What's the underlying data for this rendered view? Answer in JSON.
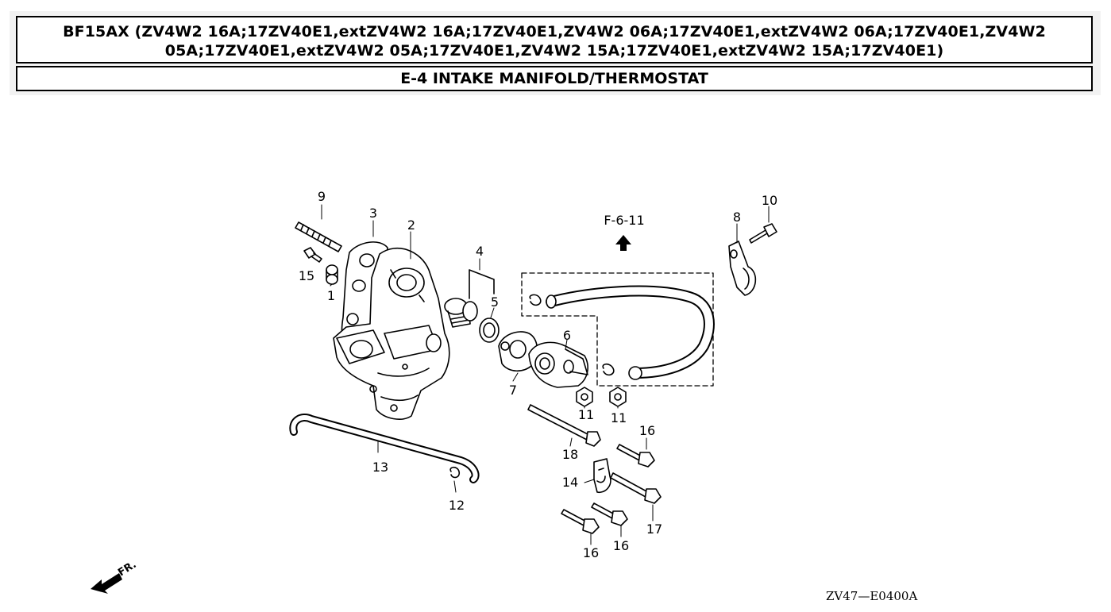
{
  "header": {
    "title": "BF15AX (ZV4W2 16A;17ZV40E1,extZV4W2 16A;17ZV40E1,ZV4W2 06A;17ZV40E1,extZV4W2 06A;17ZV40E1,ZV4W2 05A;17ZV40E1,extZV4W2 05A;17ZV40E1,ZV4W2 15A;17ZV40E1,extZV4W2 15A;17ZV40E1)",
    "section": "E-4 INTAKE MANIFOLD/THERMOSTAT"
  },
  "diagram": {
    "reference": "F-6-11",
    "front_label": "FR.",
    "drawing_code": "ZV47—E0400A",
    "callouts": {
      "c1": "1",
      "c2": "2",
      "c3": "3",
      "c4": "4",
      "c5": "5",
      "c6": "6",
      "c7": "7",
      "c8": "8",
      "c9": "9",
      "c10": "10",
      "c11a": "11",
      "c11b": "11",
      "c12": "12",
      "c13": "13",
      "c14": "14",
      "c15": "15",
      "c16a": "16",
      "c16b": "16",
      "c16c": "16",
      "c17": "17",
      "c18": "18"
    }
  }
}
